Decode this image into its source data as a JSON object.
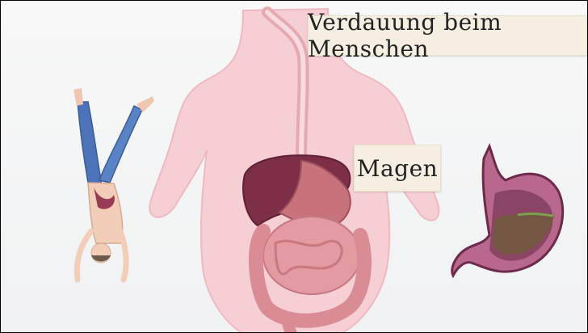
{
  "title_card": {
    "text": "Verdauung beim Menschen"
  },
  "stomach_label": {
    "text": "Magen"
  },
  "images": {
    "torso": "human-torso-with-digestive-organs",
    "handstand": "person-doing-handstand",
    "stomach": "stomach-cross-section"
  },
  "colors": {
    "skin": "#f4c9cf",
    "liver": "#7e2f48",
    "intestine": "#d98c94",
    "jeans": "#4d74b9"
  }
}
